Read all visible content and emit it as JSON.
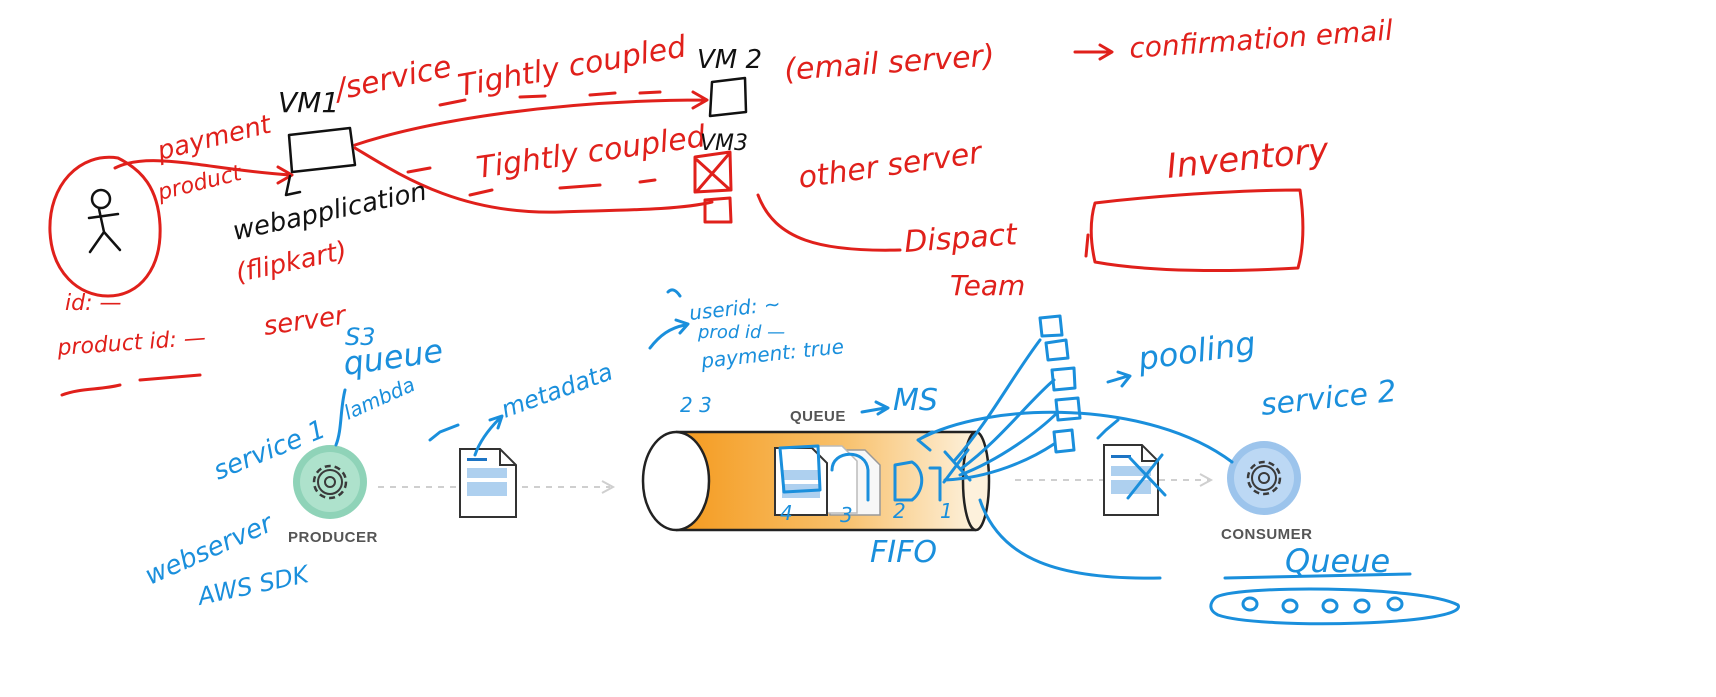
{
  "colors": {
    "red_ink": "#e0201b",
    "blue_ink": "#1a8fdc",
    "black_ink": "#111111",
    "producer_fill": "#8fd3b8",
    "consumer_fill": "#9cc4ec",
    "queue_fill": "#f5a623"
  },
  "top": {
    "payment": "payment",
    "product": "product",
    "vm1": "VM1",
    "service_slash": "/service",
    "web_application": "webapplication",
    "flipkart": "(flipkart)",
    "tightly_coupled_1": "Tightly coupled",
    "tightly_coupled_2": "Tightly coupled",
    "vm2": "VM 2",
    "vm3": "VM3",
    "email_server": "(email server)",
    "confirmation_email": "confirmation email",
    "other_server": "other server",
    "inventory": "Inventory",
    "dispatch": "Dispact",
    "team": "Team",
    "id": "id: —",
    "product_id": "product id: —",
    "server": "server"
  },
  "bottom": {
    "s3": "S3",
    "queue_word": "queue",
    "lambda": "lambda",
    "service1": "service 1",
    "metadata": "metadata",
    "userid": "userid: ~",
    "prod_id": "prod id —",
    "payment_true": "payment: true",
    "num_2_3": "2 3",
    "ms": "MS",
    "pooling": "pooling",
    "service2": "service 2",
    "webserver": "webserver",
    "aws_sdk": "AWS SDK",
    "fifo": "FIFO",
    "queue_handwritten": "Queue",
    "n4": "4",
    "n3": "3",
    "n2": "2",
    "n1": "1"
  },
  "labels": {
    "producer": "PRODUCER",
    "queue": "QUEUE",
    "consumer": "CONSUMER"
  },
  "icons": [
    "person-icon",
    "gear-icon",
    "document-icon",
    "envelope-icon"
  ]
}
